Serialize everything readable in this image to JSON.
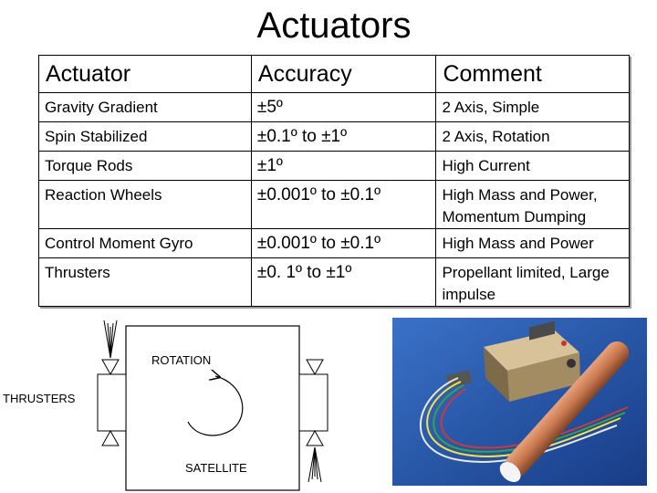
{
  "title": "Actuators",
  "table": {
    "headers": [
      "Actuator",
      "Accuracy",
      "Comment"
    ],
    "rows": [
      {
        "actuator": "Gravity Gradient",
        "accuracy": "±5º",
        "comment": "2 Axis, Simple"
      },
      {
        "actuator": "Spin Stabilized",
        "accuracy": "±0.1º to ±1º",
        "comment": "2 Axis, Rotation"
      },
      {
        "actuator": "Torque Rods",
        "accuracy": "±1º",
        "comment": "High Current"
      },
      {
        "actuator": "Reaction Wheels",
        "accuracy": "±0.001º to ±0.1º",
        "comment": "High Mass and Power, Momentum Dumping"
      },
      {
        "actuator": "Control Moment Gyro",
        "accuracy": "±0.001º to ±0.1º",
        "comment": "High Mass and Power"
      },
      {
        "actuator": "Thrusters",
        "accuracy": "±0. 1º to ±1º",
        "comment": "Propellant limited, Large impulse"
      }
    ]
  },
  "diagram": {
    "rotation_label": "ROTATION",
    "thrusters_label": "THRUSTERS",
    "satellite_label": "SATELLITE"
  },
  "colors": {
    "photo_background": "#1f4fa4",
    "rod": "#c8784e",
    "electronics_box": "#b9a27a"
  }
}
